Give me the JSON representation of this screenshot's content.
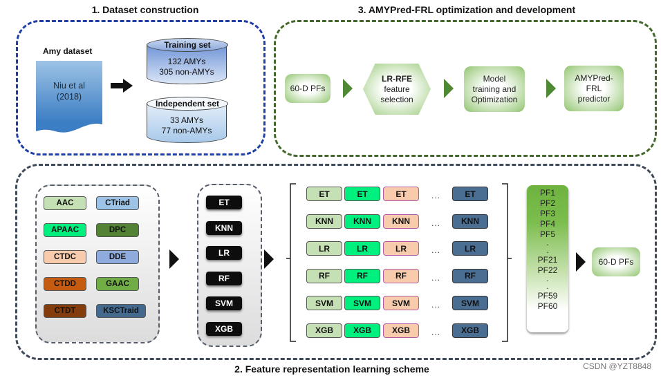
{
  "sections": {
    "dataset": {
      "title": "1. Dataset construction",
      "source_label": "Amy dataset",
      "source_doc": [
        "Niu et al",
        "(2018)"
      ],
      "training_set": {
        "title": "Training set",
        "lines": [
          "132 AMYs",
          "305 non-AMYs"
        ]
      },
      "independent_set": {
        "title": "Independent set",
        "lines": [
          "33 AMYs",
          "77 non-AMYs"
        ]
      }
    },
    "optimization": {
      "title": "3. AMYPred-FRL optimization and development",
      "steps": [
        {
          "lines": [
            "60-D PFs"
          ]
        },
        {
          "bold": "LR-RFE",
          "lines": [
            "feature",
            "selection"
          ]
        },
        {
          "lines": [
            "Model",
            "training and",
            "Optimization"
          ]
        },
        {
          "lines": [
            "AMYPred-",
            "FRL",
            "predictor"
          ]
        }
      ]
    },
    "feature_learning": {
      "title": "2. Feature representation learning scheme",
      "encodings": [
        {
          "label": "AAC",
          "color": "#c5e0b4"
        },
        {
          "label": "CTriad",
          "color": "#9dc3e6"
        },
        {
          "label": "APAAC",
          "color": "#00f080"
        },
        {
          "label": "DPC",
          "color": "#548235"
        },
        {
          "label": "CTDC",
          "color": "#f8cbad"
        },
        {
          "label": "DDE",
          "color": "#8faadc"
        },
        {
          "label": "CTDD",
          "color": "#c55a11"
        },
        {
          "label": "GAAC",
          "color": "#70ad47"
        },
        {
          "label": "CTDT",
          "color": "#843c0c"
        },
        {
          "label": "KSCTraid",
          "color": "#44698f"
        }
      ],
      "classifiers": [
        "ET",
        "KNN",
        "LR",
        "RF",
        "SVM",
        "XGB"
      ],
      "matrix_ellipsis": "...",
      "pf_list": [
        "PF1",
        "PF2",
        "PF3",
        "PF4",
        "PF5",
        ".",
        ".",
        "PF21",
        "PF22",
        ".",
        ".",
        "PF59",
        "PF60"
      ],
      "output": "60-D PFs"
    }
  },
  "watermark": "CSDN @YZT8848"
}
